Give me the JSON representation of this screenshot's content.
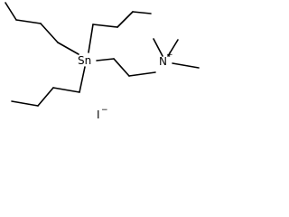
{
  "molecule": {
    "tin_atom": "Sn",
    "nitrogen_atom": "N",
    "nitrogen_charge": "+",
    "counter_ion": "I",
    "counter_ion_charge": "−"
  }
}
